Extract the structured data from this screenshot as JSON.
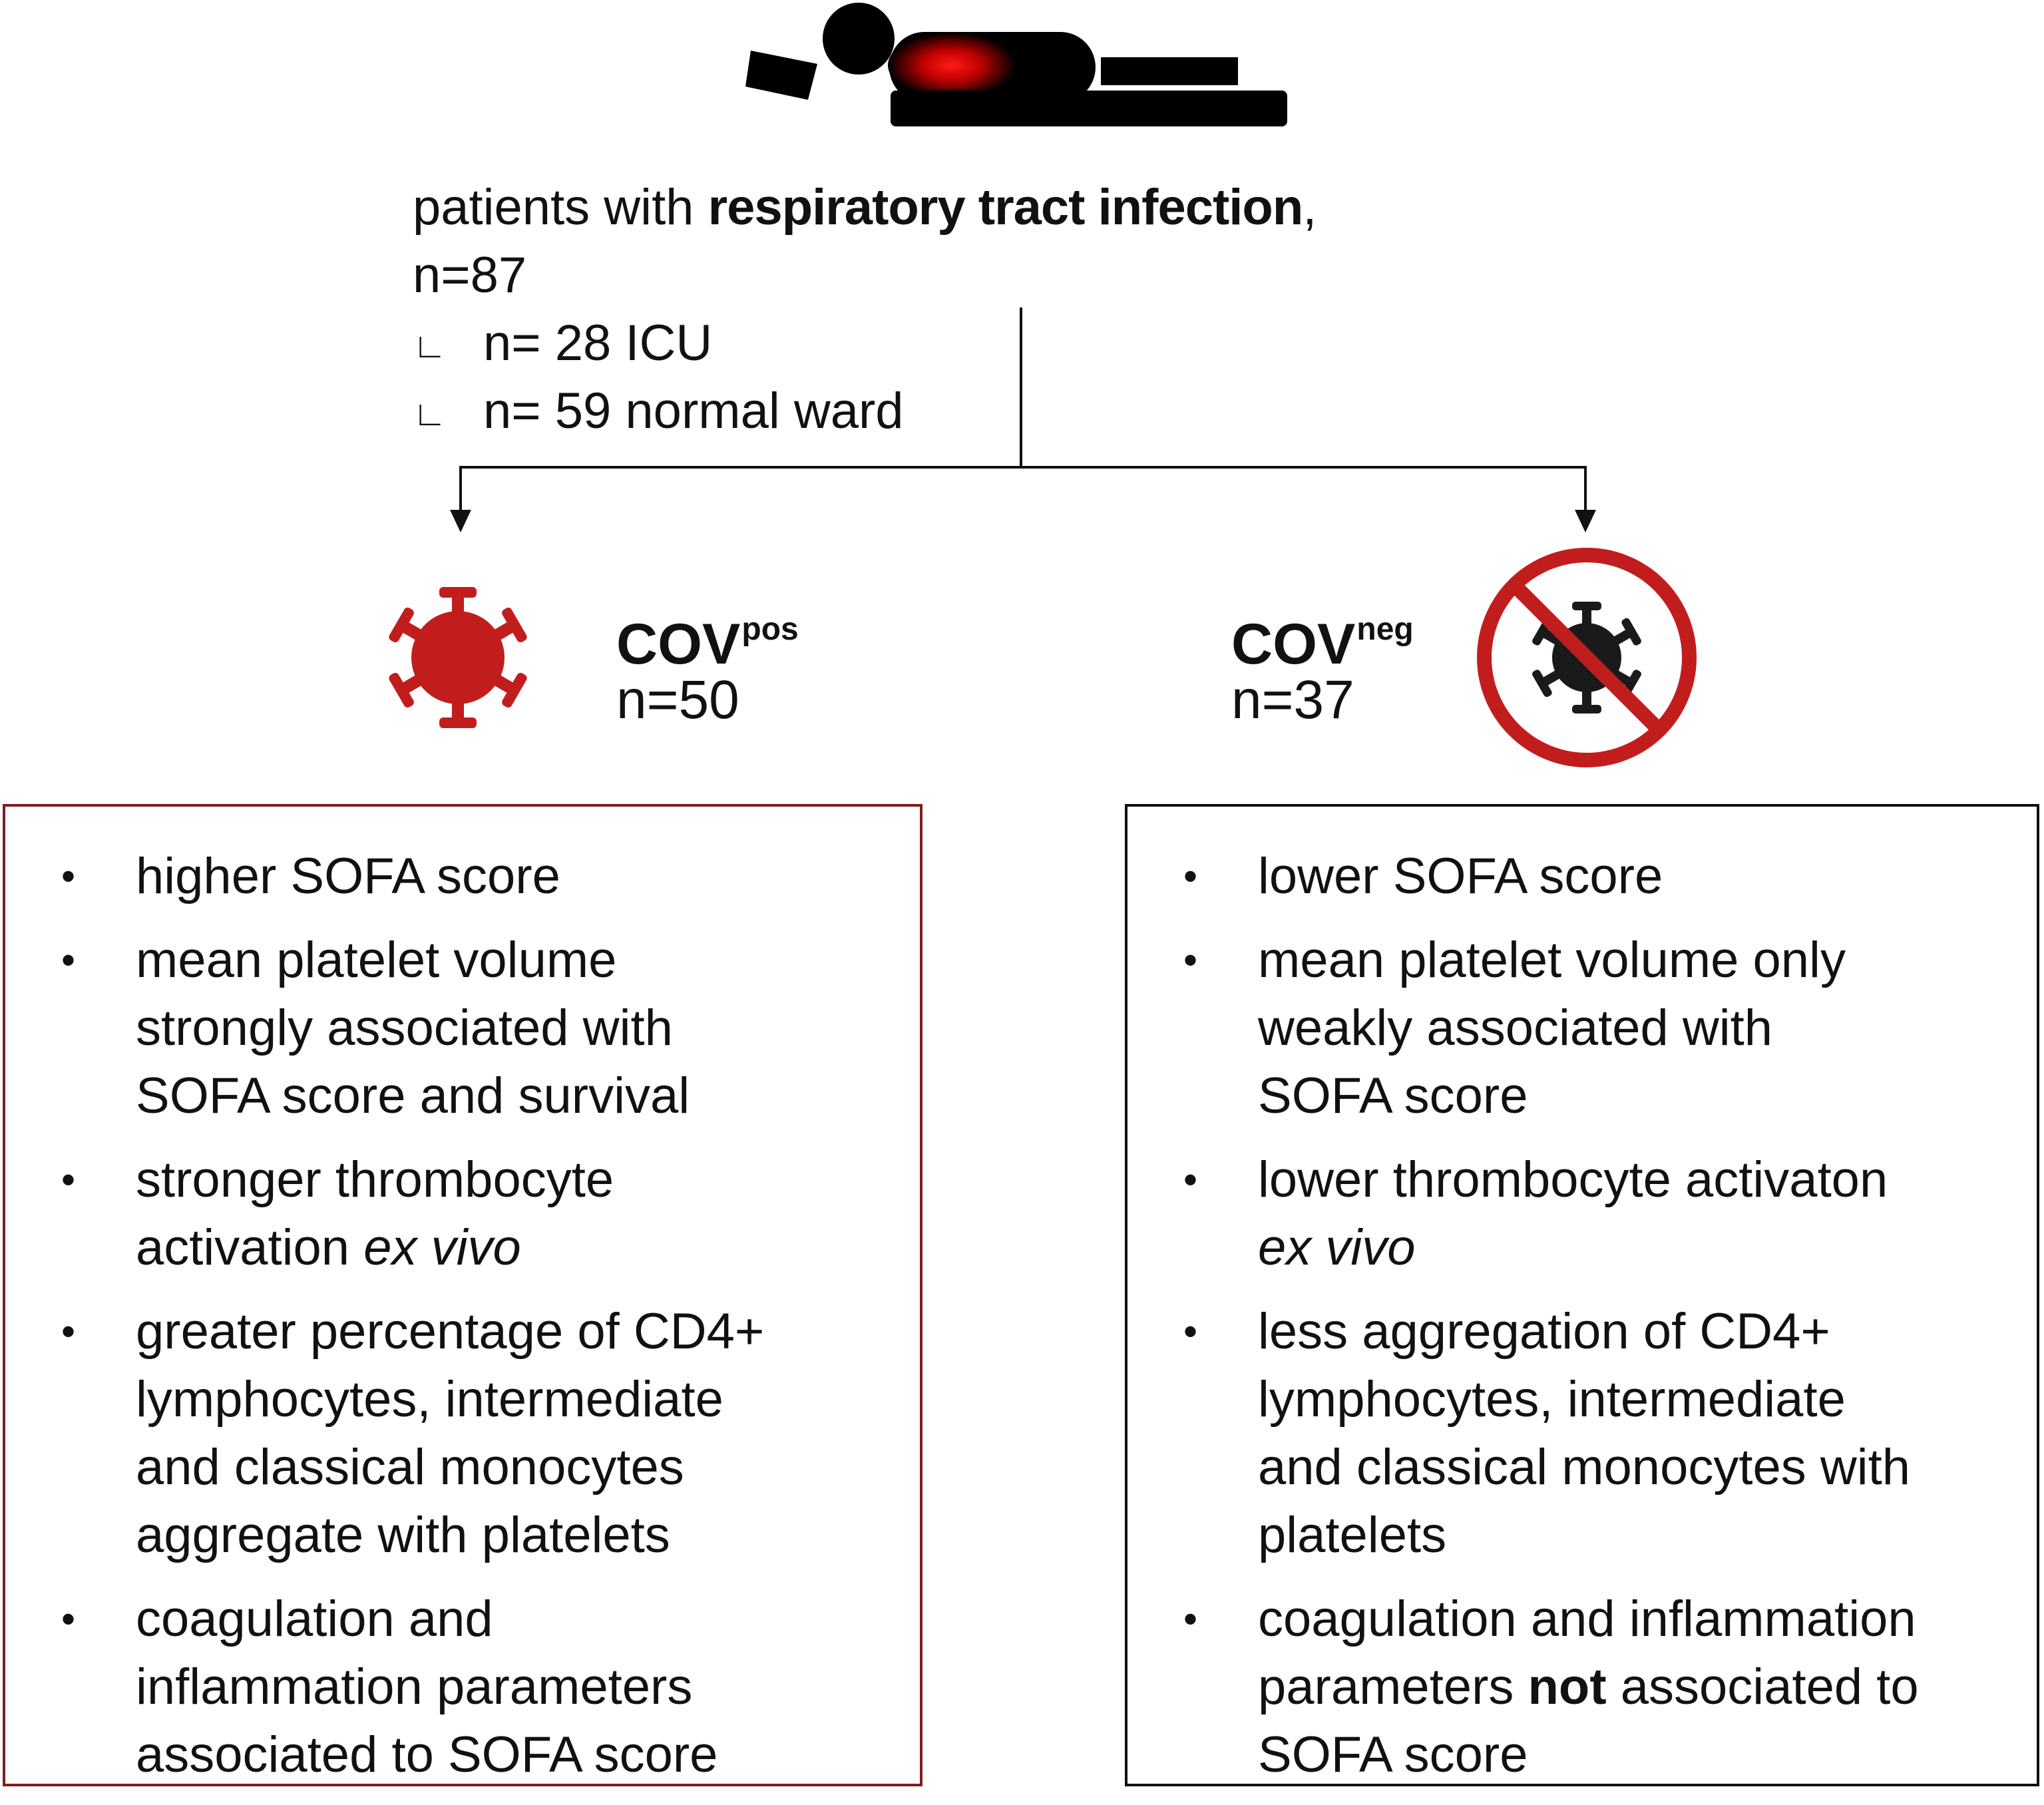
{
  "header": {
    "line1_prefix": "patients with",
    "line1_bold": "respiratory tract infection",
    "line1_suffix": ",",
    "total": "n=87",
    "sub_mark": "∟",
    "sub1": "n= 28 ICU",
    "sub2": "n= 59 normal ward"
  },
  "icons": {
    "patient": "patient-in-bed-icon",
    "virus": "virus-icon",
    "no_virus": "no-virus-icon"
  },
  "colors": {
    "accent_red": "#cc1f1f",
    "box_pos_border": "#7f1d1d",
    "box_neg_border": "#111111"
  },
  "groups": {
    "pos": {
      "label_base": "COV",
      "label_sup": "pos",
      "n": "n=50",
      "bullet": "•",
      "items": [
        [
          "higher SOFA score"
        ],
        [
          "mean platelet volume",
          "strongly associated with",
          "SOFA score and survival"
        ],
        [
          "stronger thrombocyte",
          "activation |ex vivo"
        ],
        [
          "greater percentage of CD4+",
          "lymphocytes, intermediate",
          "and classical monocytes",
          "aggregate with platelets"
        ],
        [
          "coagulation and",
          "inflammation parameters",
          "associated to SOFA score"
        ]
      ]
    },
    "neg": {
      "label_base": "COV",
      "label_sup": "neg",
      "n": "n=37",
      "bullet": "•",
      "items": [
        [
          "lower SOFA score"
        ],
        [
          "mean platelet volume only",
          "weakly associated with",
          "SOFA score"
        ],
        [
          "lower thrombocyte activaton",
          "|ex vivo"
        ],
        [
          "less aggregation of CD4+",
          "lymphocytes, intermediate",
          "and classical monocytes with",
          "platelets"
        ],
        [
          "coagulation and inflammation",
          "parameters |not| associated to",
          "SOFA score"
        ]
      ]
    }
  }
}
